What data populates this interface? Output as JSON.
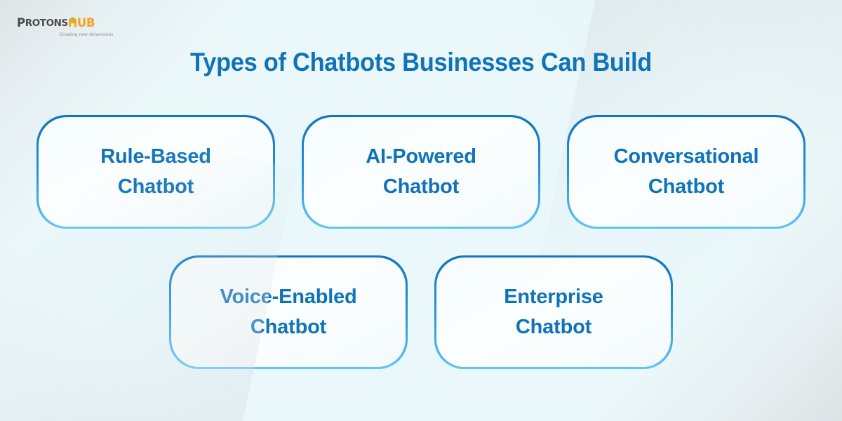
{
  "brand": {
    "logo_text_part1": "P",
    "logo_text_part2": "ROTONS",
    "logo_text_hub_h": "H",
    "logo_text_hub_rest": "UB",
    "logo_full_name": "PROTONSHUB",
    "tagline": "Creating new dimensions",
    "colors": {
      "wordmark_gray": "#4a4a4a",
      "hub_orange": "#f5a21f",
      "roof_green": "#5cb636",
      "tagline_gray": "#8d8d8d"
    }
  },
  "header": {
    "title": "Types of Chatbots Businesses Can Build",
    "title_color": "#1073b8"
  },
  "theme": {
    "background_center": "#eaf8fb",
    "background_corner": "#dee4e6",
    "card_fill": "#f9fdfe",
    "card_border_top": "#1376bb",
    "card_border_bottom": "#62c6f4",
    "card_text_color": "#1073b8"
  },
  "cards": {
    "row_top": [
      {
        "label": "Rule-Based\nChatbot",
        "name": "rule-based-chatbot"
      },
      {
        "label": "AI-Powered\nChatbot",
        "name": "ai-powered-chatbot"
      },
      {
        "label": "Conversational\nChatbot",
        "name": "conversational-chatbot"
      }
    ],
    "row_bottom": [
      {
        "label": "Voice-Enabled\nChatbot",
        "name": "voice-enabled-chatbot"
      },
      {
        "label": "Enterprise\nChatbot",
        "name": "enterprise-chatbot"
      }
    ]
  }
}
